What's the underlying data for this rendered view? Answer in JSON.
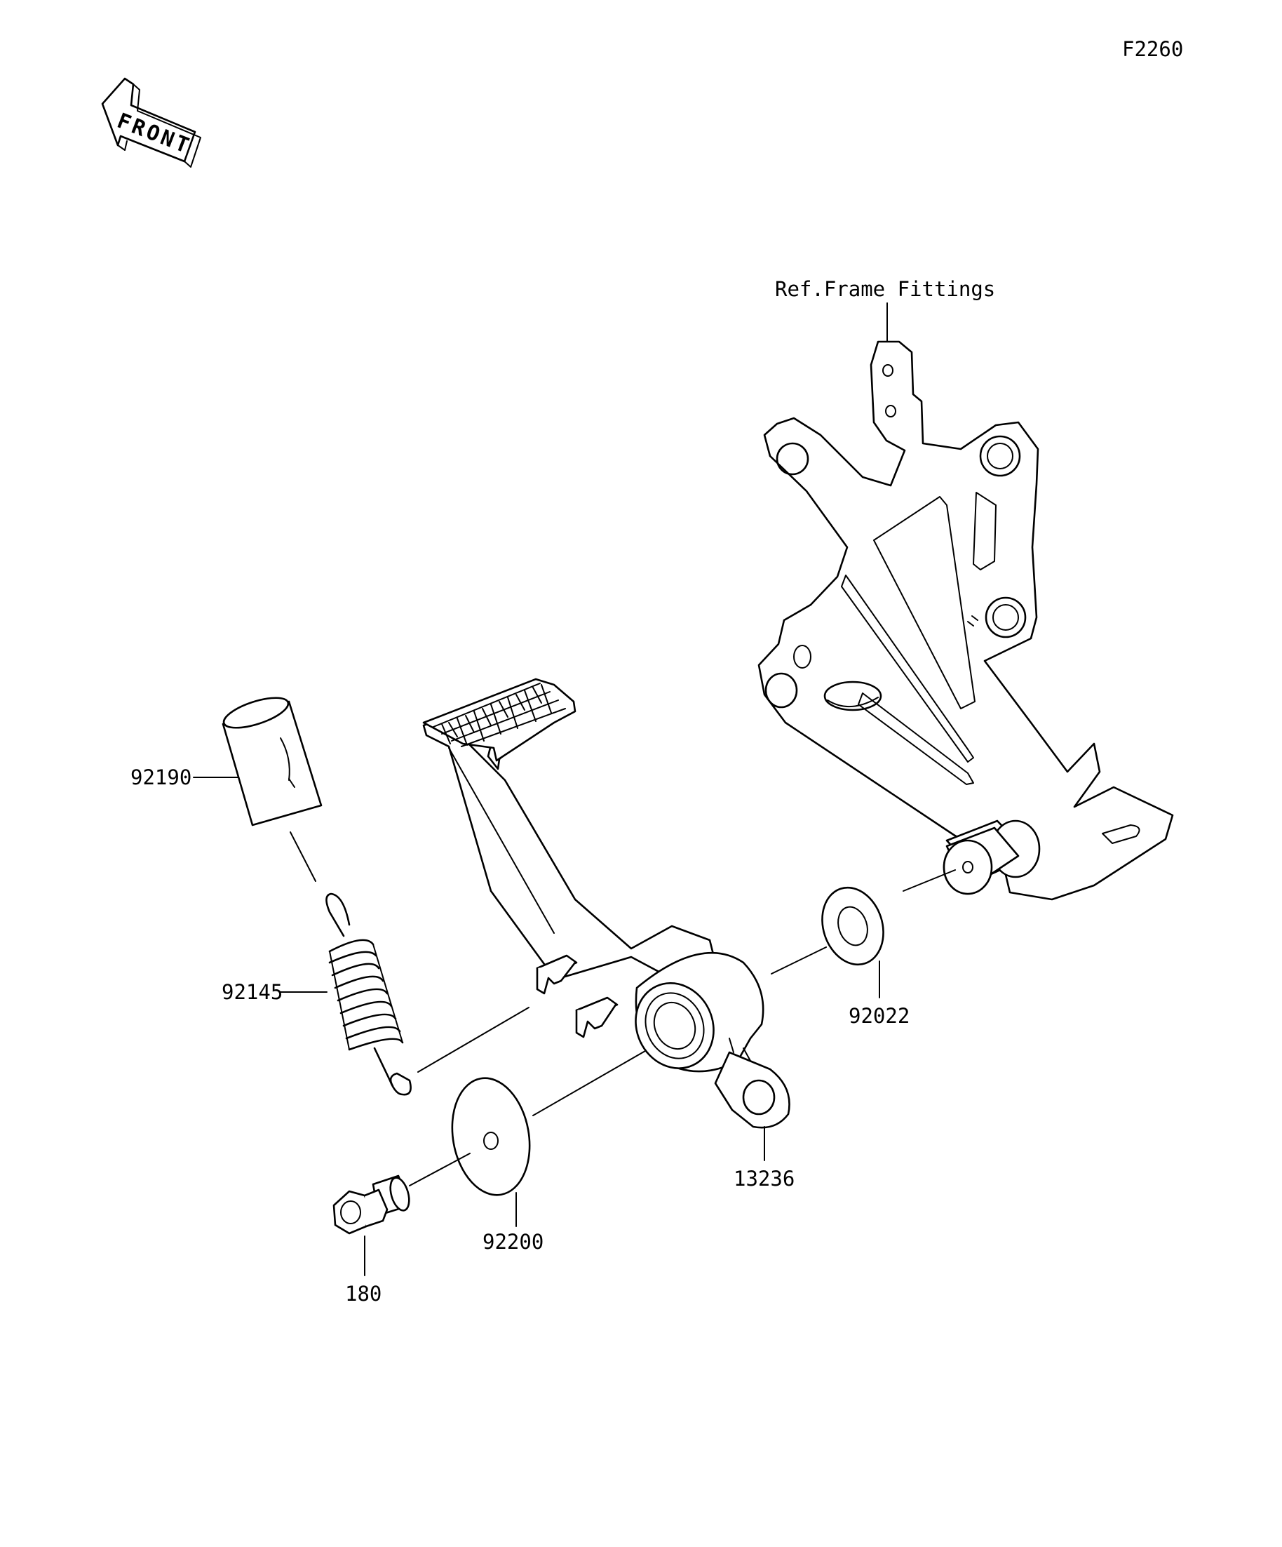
{
  "diagram_code": "F2260",
  "front_arrow": {
    "label": "FRONT",
    "icon": "front-direction-arrow-icon"
  },
  "reference_note": "Ref.Frame Fittings",
  "parts": [
    {
      "number": "92190",
      "icon": "rubber-cover-icon"
    },
    {
      "number": "92145",
      "icon": "return-spring-icon"
    },
    {
      "number": "92022",
      "icon": "washer-icon"
    },
    {
      "number": "13236",
      "icon": "brake-pedal-icon"
    },
    {
      "number": "92200",
      "icon": "flat-washer-icon"
    },
    {
      "number": "180",
      "icon": "bolt-icon"
    }
  ],
  "colors": {
    "line": "#000000",
    "background": "#ffffff"
  }
}
